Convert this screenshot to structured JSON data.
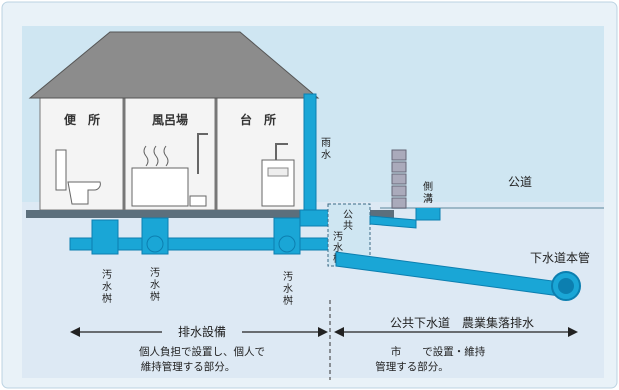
{
  "rooms": {
    "toilet": "便　所",
    "bath": "風呂場",
    "kitchen": "台　所"
  },
  "labels": {
    "rainwater": [
      "雨",
      "水"
    ],
    "side_ditch": [
      "側",
      "溝"
    ],
    "public_road": "公道",
    "public_masu": [
      "公",
      "共",
      "汚",
      "水",
      "桝"
    ],
    "sewage_masu": [
      "汚",
      "水",
      "桝"
    ],
    "main_pipe": "下水道本管"
  },
  "sections": {
    "left": {
      "title": "排水設備",
      "desc_line1": "個人負担で設置し、個人で",
      "desc_line2": "維持管理する部分。"
    },
    "right": {
      "title": "公共下水道　農業集落排水",
      "desc_line1": "市　　で設置・維持",
      "desc_line2": "管理する部分。"
    }
  },
  "colors": {
    "sky": "#cfe6f2",
    "ground": "#dde9f4",
    "roof": "#8c8c8c",
    "pipe": "#1aa6d6",
    "pipe_dark": "#0c7fb0",
    "floor": "#5c6f7c"
  }
}
